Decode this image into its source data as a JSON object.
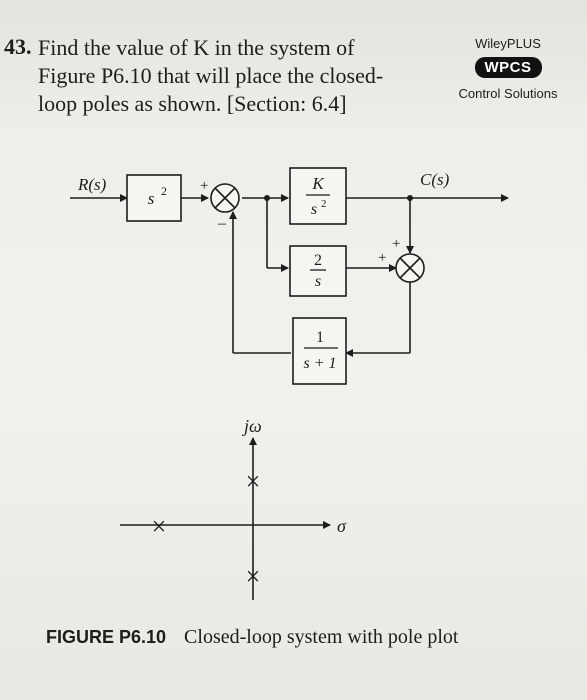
{
  "problem": {
    "number": "43.",
    "line1": "Find the value of K in the system of",
    "line2": "Figure P6.10 that will place the closed-",
    "line3": "loop poles as shown. [Section: 6.4]"
  },
  "brand": {
    "wiley": "WileyPLUS",
    "badge": "WPCS",
    "tagline": "Control Solutions"
  },
  "diagram": {
    "input": "R(s)",
    "output": "C(s)",
    "block_prefilter": "s",
    "block_prefilter_exp": "2",
    "block_k_num": "K",
    "block_k_den": "s",
    "block_k_den_exp": "2",
    "block_2s_num": "2",
    "block_2s_den": "s",
    "block_fb_num": "1",
    "block_fb_den": "s + 1",
    "sum1_plus": "+",
    "sum1_minus": "–",
    "sum2_plus_top": "+",
    "sum2_plus_left": "+"
  },
  "pole_plot": {
    "y_axis_label": "jω",
    "x_axis_label": "σ",
    "pole_marker": "×"
  },
  "caption": {
    "figure": "FIGURE P6.10",
    "text": "Closed-loop system with pole plot"
  }
}
